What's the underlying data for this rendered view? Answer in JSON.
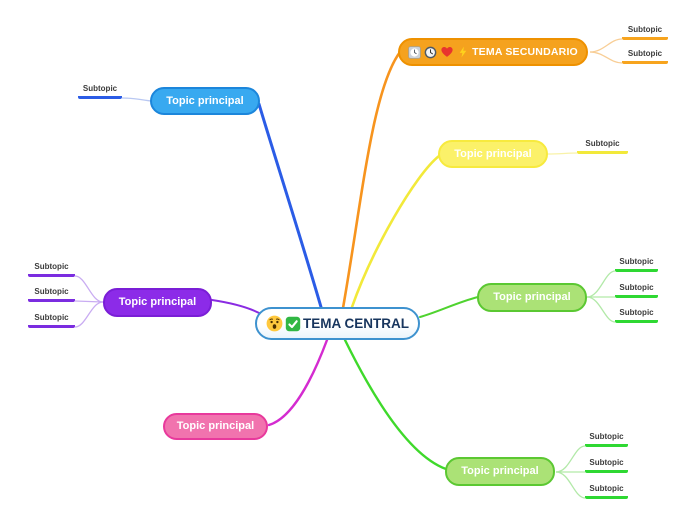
{
  "central": {
    "label": "TEMA CENTRAL",
    "icons": [
      "surprised-face",
      "check-mark"
    ],
    "fill": "#ffffff",
    "border_color": "#3e92cf",
    "text_color": "#17355e"
  },
  "branches": [
    {
      "name": "secundario",
      "label": "TEMA SECUNDARIO",
      "icons": [
        "timer-clock",
        "clock",
        "heart",
        "lightning"
      ],
      "fill": "#f5a21e",
      "border_color": "#ee9100",
      "line_color": "#f7941e",
      "text_color": "#ffffff",
      "subtopics": [
        {
          "label": "Subtopic"
        },
        {
          "label": "Subtopic"
        }
      ]
    },
    {
      "name": "blue-topic",
      "label": "Topic principal",
      "icons": [],
      "fill": "#38a9f0",
      "border_color": "#1c86db",
      "line_color": "#2b5ce6",
      "text_color": "#ffffff",
      "subtopics": [
        {
          "label": "Subtopic"
        }
      ]
    },
    {
      "name": "yellow-topic",
      "label": "Topic principal",
      "icons": [],
      "fill": "#fbf169",
      "border_color": "#f7ea3e",
      "line_color": "#f2e93a",
      "text_color": "#ffffff",
      "subtopics": [
        {
          "label": "Subtopic"
        }
      ]
    },
    {
      "name": "lime-topic",
      "label": "Topic principal",
      "icons": [],
      "fill": "#abe276",
      "border_color": "#5bc832",
      "line_color": "#4fd32f",
      "text_color": "#ffffff",
      "subtopics": [
        {
          "label": "Subtopic"
        },
        {
          "label": "Subtopic"
        },
        {
          "label": "Subtopic"
        }
      ]
    },
    {
      "name": "purple-topic",
      "label": "Topic principal",
      "icons": [],
      "fill": "#8c2be8",
      "border_color": "#7a1ed6",
      "line_color": "#8a2be2",
      "text_color": "#ffffff",
      "subtopics": [
        {
          "label": "Subtopic"
        },
        {
          "label": "Subtopic"
        },
        {
          "label": "Subtopic"
        }
      ]
    },
    {
      "name": "pink-topic",
      "label": "Topic principal",
      "icons": [],
      "fill": "#f173ae",
      "border_color": "#e8399c",
      "line_color": "#d42bd0",
      "text_color": "#ffffff",
      "subtopics": []
    },
    {
      "name": "green-bottom-topic",
      "label": "Topic principal",
      "icons": [],
      "fill": "#abe276",
      "border_color": "#5bc832",
      "line_color": "#3fd92b",
      "text_color": "#ffffff",
      "subtopics": [
        {
          "label": "Subtopic"
        },
        {
          "label": "Subtopic"
        },
        {
          "label": "Subtopic"
        }
      ]
    }
  ]
}
